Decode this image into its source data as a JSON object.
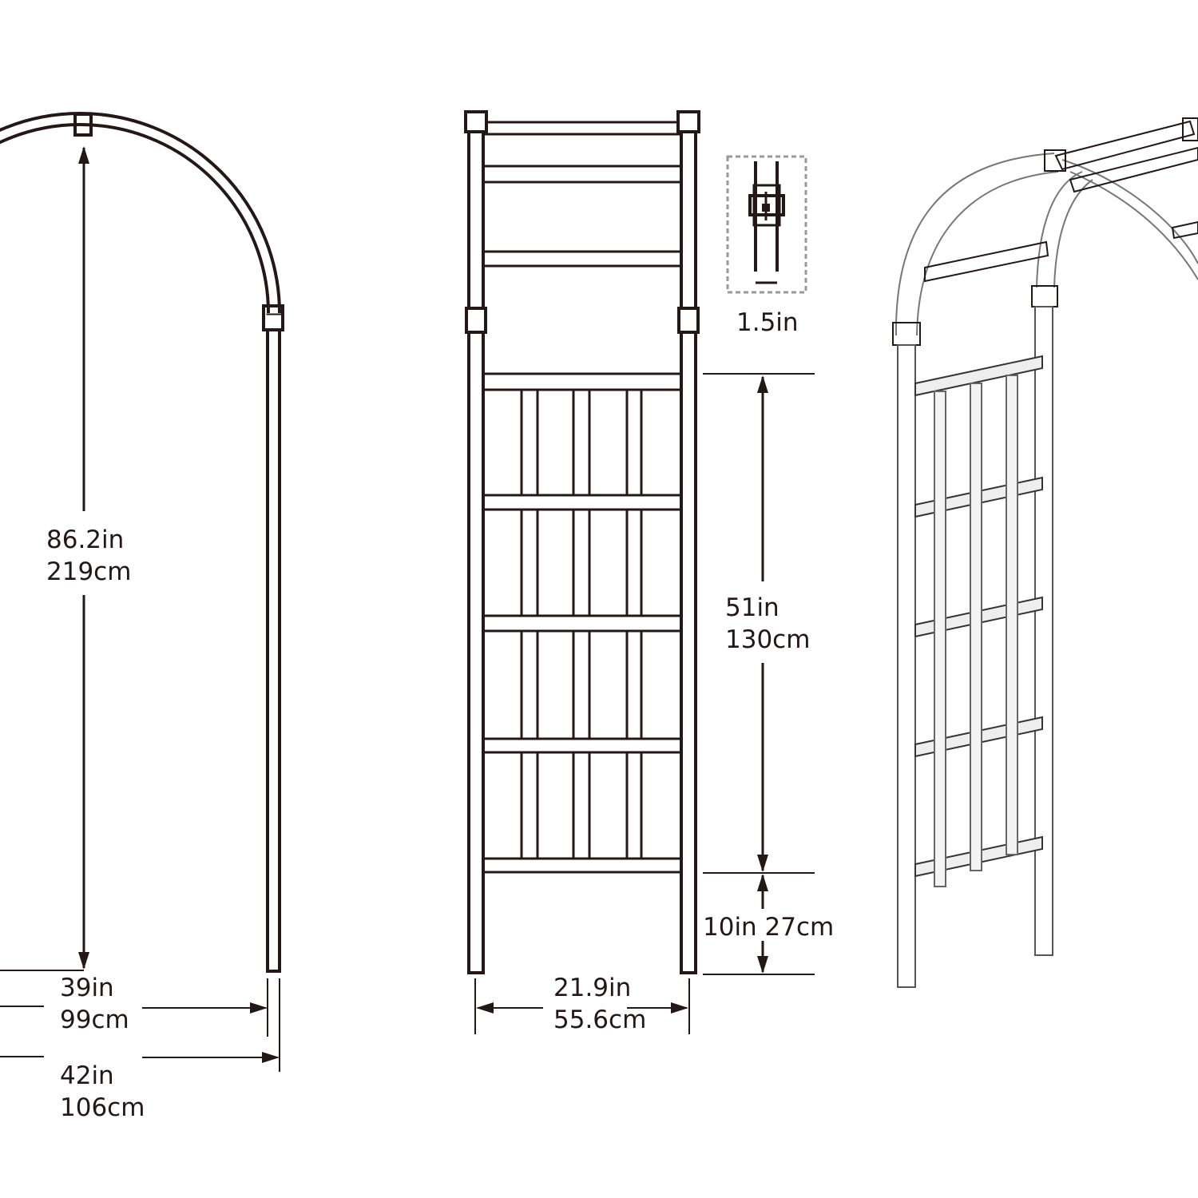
{
  "left_view": {
    "height_in": "86.2in",
    "height_cm": "219cm",
    "inner_width_in": "39in",
    "inner_width_cm": "99cm",
    "outer_width_in": "42in",
    "outer_width_cm": "106cm"
  },
  "side_view": {
    "trellis_height_in": "51in",
    "trellis_height_cm": "130cm",
    "base_height": "10in 27cm",
    "depth_in": "21.9in",
    "depth_cm": "55.6cm"
  },
  "tube_detail": {
    "diameter": "1.5in"
  },
  "colors": {
    "line": "#231815",
    "background": "#ffffff"
  }
}
